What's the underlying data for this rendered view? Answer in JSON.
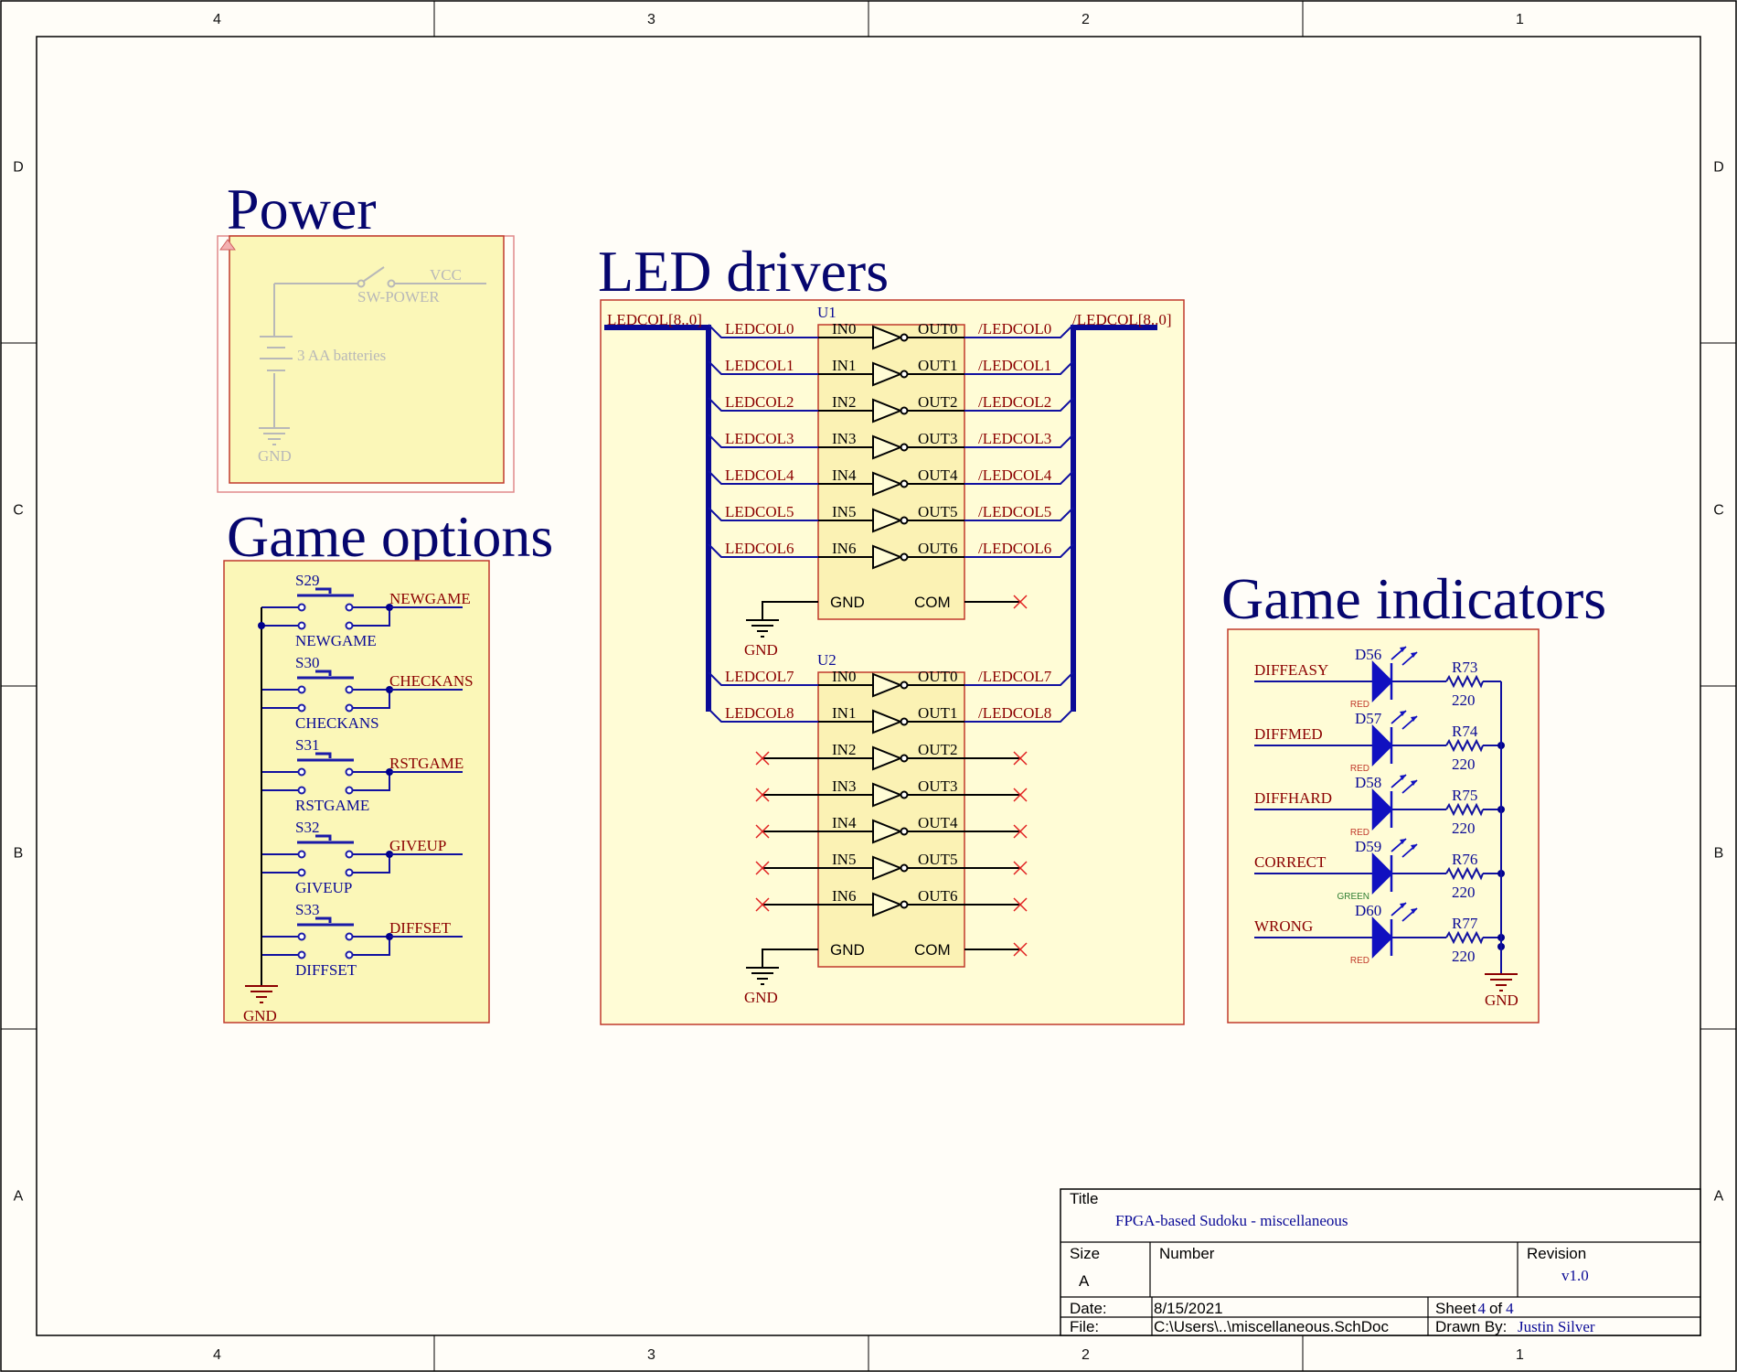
{
  "border": {
    "columns": [
      "4",
      "3",
      "2",
      "1"
    ],
    "rows": [
      "D",
      "C",
      "B",
      "A"
    ]
  },
  "colors": {
    "title": "#06066e",
    "net": "#8b0000",
    "ref": "#0a0a96",
    "block_fill": "#fffdd0",
    "block_border": "#c0392b"
  },
  "power": {
    "title": "Power",
    "vcc": "VCC",
    "switch": "SW-POWER",
    "battery": "3 AA batteries",
    "gnd": "GND"
  },
  "options": {
    "title": "Game options",
    "gnd": "GND",
    "switches": [
      {
        "ref": "S29",
        "name": "NEWGAME",
        "net": "NEWGAME"
      },
      {
        "ref": "S30",
        "name": "CHECKANS",
        "net": "CHECKANS"
      },
      {
        "ref": "S31",
        "name": "RSTGAME",
        "net": "RSTGAME"
      },
      {
        "ref": "S32",
        "name": "GIVEUP",
        "net": "GIVEUP"
      },
      {
        "ref": "S33",
        "name": "DIFFSET",
        "net": "DIFFSET"
      }
    ]
  },
  "drivers": {
    "title": "LED drivers",
    "bus_in": "LEDCOL[8..0]",
    "bus_out": "/LEDCOL[8..0]",
    "gnd": "GND",
    "chips": [
      {
        "ref": "U1",
        "gnd_pin": "GND",
        "com_pin": "COM",
        "channels": [
          {
            "in_net": "LEDCOL0",
            "in": "IN0",
            "out": "OUT0",
            "out_net": "/LEDCOL0"
          },
          {
            "in_net": "LEDCOL1",
            "in": "IN1",
            "out": "OUT1",
            "out_net": "/LEDCOL1"
          },
          {
            "in_net": "LEDCOL2",
            "in": "IN2",
            "out": "OUT2",
            "out_net": "/LEDCOL2"
          },
          {
            "in_net": "LEDCOL3",
            "in": "IN3",
            "out": "OUT3",
            "out_net": "/LEDCOL3"
          },
          {
            "in_net": "LEDCOL4",
            "in": "IN4",
            "out": "OUT4",
            "out_net": "/LEDCOL4"
          },
          {
            "in_net": "LEDCOL5",
            "in": "IN5",
            "out": "OUT5",
            "out_net": "/LEDCOL5"
          },
          {
            "in_net": "LEDCOL6",
            "in": "IN6",
            "out": "OUT6",
            "out_net": "/LEDCOL6"
          }
        ]
      },
      {
        "ref": "U2",
        "gnd_pin": "GND",
        "com_pin": "COM",
        "channels": [
          {
            "in_net": "LEDCOL7",
            "in": "IN0",
            "out": "OUT0",
            "out_net": "/LEDCOL7"
          },
          {
            "in_net": "LEDCOL8",
            "in": "IN1",
            "out": "OUT1",
            "out_net": "/LEDCOL8"
          },
          {
            "in_net": "",
            "in": "IN2",
            "out": "OUT2",
            "out_net": ""
          },
          {
            "in_net": "",
            "in": "IN3",
            "out": "OUT3",
            "out_net": ""
          },
          {
            "in_net": "",
            "in": "IN4",
            "out": "OUT4",
            "out_net": ""
          },
          {
            "in_net": "",
            "in": "IN5",
            "out": "OUT5",
            "out_net": ""
          },
          {
            "in_net": "",
            "in": "IN6",
            "out": "OUT6",
            "out_net": ""
          }
        ]
      }
    ]
  },
  "indicators": {
    "title": "Game indicators",
    "gnd": "GND",
    "leds": [
      {
        "net": "DIFFEASY",
        "diode": "D56",
        "color_label": "RED",
        "res": "R73",
        "value": "220"
      },
      {
        "net": "DIFFMED",
        "diode": "D57",
        "color_label": "RED",
        "res": "R74",
        "value": "220"
      },
      {
        "net": "DIFFHARD",
        "diode": "D58",
        "color_label": "RED",
        "res": "R75",
        "value": "220"
      },
      {
        "net": "CORRECT",
        "diode": "D59",
        "color_label": "GREEN",
        "res": "R76",
        "value": "220"
      },
      {
        "net": "WRONG",
        "diode": "D60",
        "color_label": "RED",
        "res": "R77",
        "value": "220"
      }
    ]
  },
  "title_block": {
    "title_label": "Title",
    "title": "FPGA-based Sudoku - miscellaneous",
    "size_label": "Size",
    "size": "A",
    "number_label": "Number",
    "revision_label": "Revision",
    "revision": "v1.0",
    "date_label": "Date:",
    "date": "8/15/2021",
    "sheet_label": "Sheet",
    "sheet_num": "4",
    "sheet_of": "of",
    "sheet_total": "4",
    "file_label": "File:",
    "file": "C:\\Users\\..\\miscellaneous.SchDoc",
    "drawn_label": "Drawn By:",
    "drawn": "Justin Silver"
  }
}
